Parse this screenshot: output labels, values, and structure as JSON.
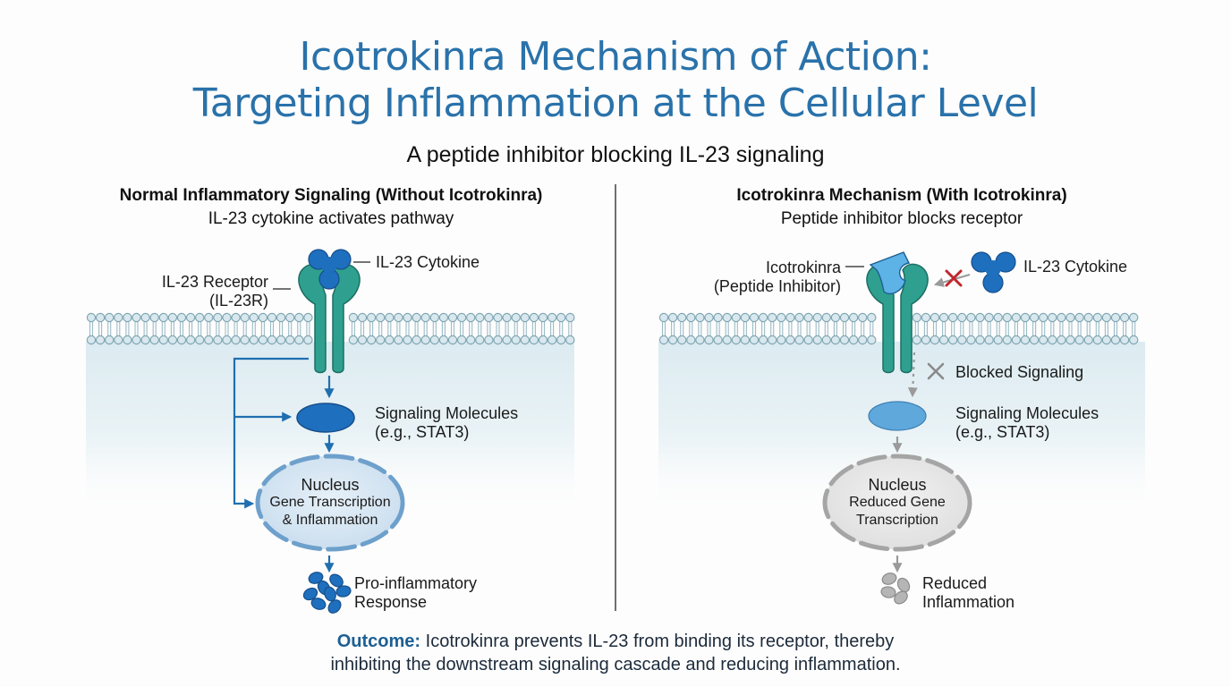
{
  "title": {
    "line1": "Icotrokinra Mechanism of Action:",
    "line2": "Targeting Inflammation at the Cellular Level"
  },
  "subtitle": "A peptide inhibitor blocking IL-23 signaling",
  "colors": {
    "title": "#2a72aa",
    "receptor": "#2fa08f",
    "cytokine": "#1f6fbf",
    "inhibitor": "#5db3e6",
    "block_x": "#c0272d",
    "arrow_active": "#1f6fb0",
    "arrow_inactive": "#9a9a9a",
    "membrane": "#7fa6b3",
    "cytoplasm": "#e3eff3"
  },
  "left_panel": {
    "heading": "Normal Inflammatory Signaling (Without Icotrokinra)",
    "subheading": "IL-23 cytokine activates pathway",
    "labels": {
      "cytokine": "IL-23 Cytokine",
      "receptor_line1": "IL-23 Receptor",
      "receptor_line2": "(IL-23R)",
      "signaling_line1": "Signaling Molecules",
      "signaling_line2": "(e.g., STAT3)",
      "nucleus_title": "Nucleus",
      "nucleus_line1": "Gene Transcription",
      "nucleus_line2": "& Inflammation",
      "response_line1": "Pro-inflammatory",
      "response_line2": "Response"
    }
  },
  "right_panel": {
    "heading": "Icotrokinra Mechanism (With Icotrokinra)",
    "subheading": "Peptide inhibitor blocks receptor",
    "labels": {
      "inhibitor_line1": "Icotrokinra",
      "inhibitor_line2": "(Peptide Inhibitor)",
      "cytokine": "IL-23 Cytokine",
      "blocked": "Blocked Signaling",
      "signaling_line1": "Signaling Molecules",
      "signaling_line2": "(e.g., STAT3)",
      "nucleus_title": "Nucleus",
      "nucleus_line1": "Reduced Gene",
      "nucleus_line2": "Transcription",
      "response_line1": "Reduced",
      "response_line2": "Inflammation"
    }
  },
  "outcome": {
    "key": "Outcome:",
    "line1": " Icotrokinra prevents IL-23 from binding its receptor, thereby",
    "line2": "inhibiting the downstream signaling cascade and reducing inflammation."
  }
}
